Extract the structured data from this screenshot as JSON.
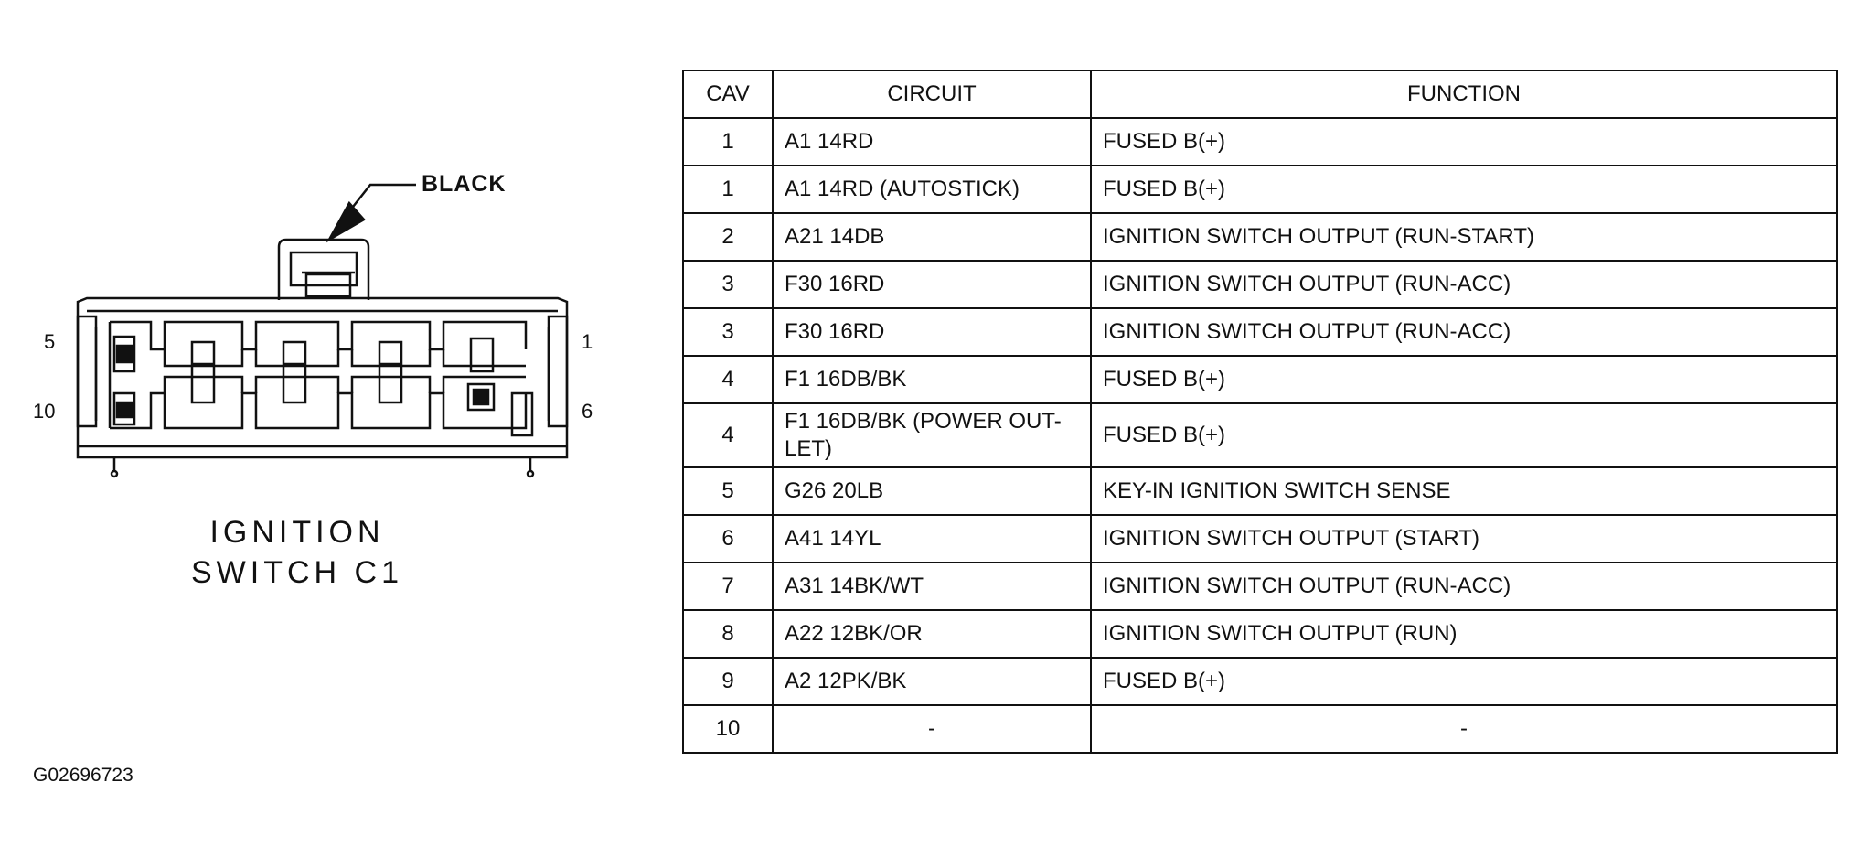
{
  "connector": {
    "color_label": "BLACK",
    "title_line1": "IGNITION",
    "title_line2": "SWITCH C1",
    "cavity_labels": {
      "top_left": "5",
      "bottom_left": "10",
      "top_right": "1",
      "bottom_right": "6"
    }
  },
  "figure_id": "G02696723",
  "table": {
    "headers": {
      "cav": "CAV",
      "circuit": "CIRCUIT",
      "function": "FUNCTION"
    },
    "rows": [
      {
        "cav": "1",
        "circuit": "A1 14RD",
        "function": "FUSED B(+)"
      },
      {
        "cav": "1",
        "circuit": "A1 14RD (AUTOSTICK)",
        "function": "FUSED B(+)"
      },
      {
        "cav": "2",
        "circuit": "A21 14DB",
        "function": "IGNITION SWITCH OUTPUT (RUN-START)"
      },
      {
        "cav": "3",
        "circuit": "F30 16RD",
        "function": "IGNITION SWITCH OUTPUT (RUN-ACC)"
      },
      {
        "cav": "3",
        "circuit": "F30 16RD",
        "function": "IGNITION SWITCH OUTPUT (RUN-ACC)"
      },
      {
        "cav": "4",
        "circuit": "F1 16DB/BK",
        "function": "FUSED B(+)"
      },
      {
        "cav": "4",
        "circuit": "F1 16DB/BK (POWER OUT-\nLET)",
        "function": "FUSED B(+)"
      },
      {
        "cav": "5",
        "circuit": "G26 20LB",
        "function": "KEY-IN IGNITION SWITCH SENSE"
      },
      {
        "cav": "6",
        "circuit": "A41 14YL",
        "function": "IGNITION SWITCH OUTPUT (START)"
      },
      {
        "cav": "7",
        "circuit": "A31 14BK/WT",
        "function": "IGNITION SWITCH OUTPUT (RUN-ACC)"
      },
      {
        "cav": "8",
        "circuit": "A22 12BK/OR",
        "function": "IGNITION SWITCH OUTPUT (RUN)"
      },
      {
        "cav": "9",
        "circuit": "A2 12PK/BK",
        "function": "FUSED B(+)"
      },
      {
        "cav": "10",
        "circuit": "-",
        "function": "-"
      }
    ]
  }
}
